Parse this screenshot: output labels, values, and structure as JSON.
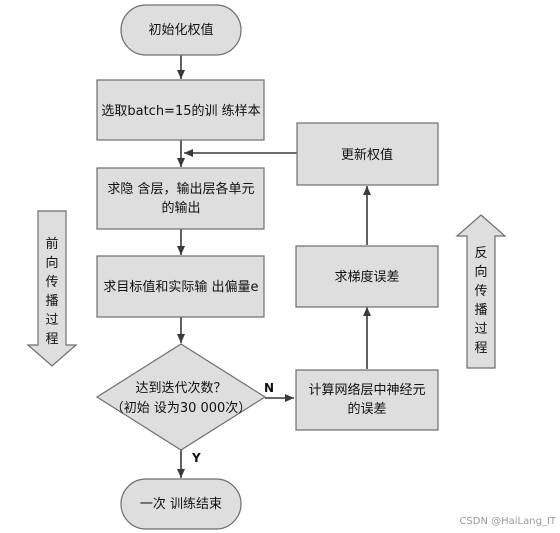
{
  "nodes": {
    "start": "初始化权值",
    "select_batch": "选取batch=15的训 练样本",
    "hidden_output": [
      "求隐 含层，输出层各单元",
      "的输出"
    ],
    "error_offset": "求目标值和实际输 出偏量e",
    "decision": [
      "达到迭代次数？",
      "（初始 设为30 000次）"
    ],
    "compute_error": [
      "计算网络层中神经元",
      "的误差"
    ],
    "gradient": "求梯度误差",
    "update": "更新权值",
    "end": "一次 训练结束"
  },
  "branches": {
    "no": "N",
    "yes": "Y"
  },
  "side_labels": {
    "forward": [
      "前",
      "向",
      "传",
      "播",
      "过",
      "程"
    ],
    "backward": [
      "反",
      "向",
      "传",
      "播",
      "过",
      "程"
    ]
  },
  "watermark": "CSDN @HaiLang_IT",
  "colors": {
    "box_fill": "#dedede",
    "box_stroke": "#6e6e6e",
    "line": "#3a3a3a"
  }
}
